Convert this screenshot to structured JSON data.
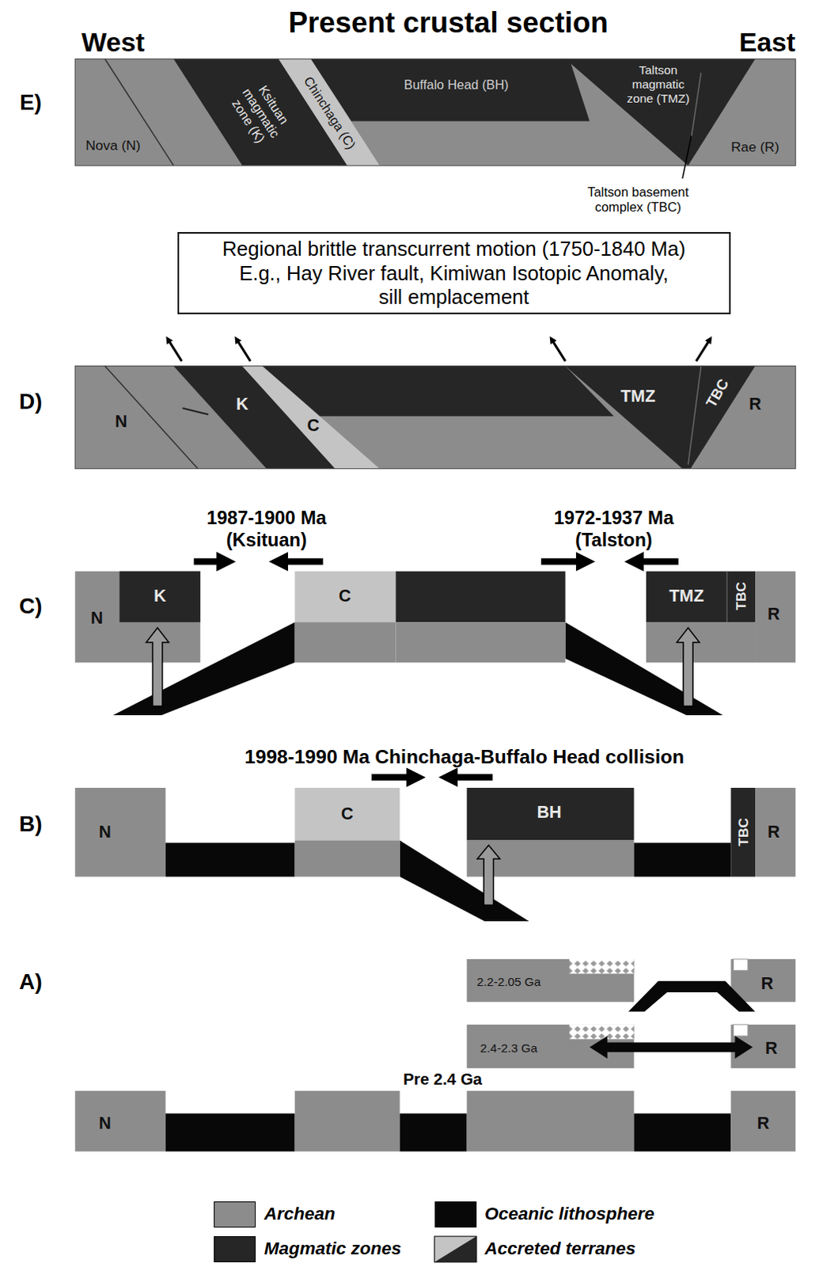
{
  "diagram": {
    "title": "Present crustal section",
    "nodes": [
      {
        "text": [
          "Nova (N)"
        ]
      },
      {
        "text": [
          "Ksituan magmatic zone (K)"
        ]
      },
      {
        "text": [
          "Chinchaga (C)"
        ]
      },
      {
        "text": [
          "Buffalo Head (BH)"
        ]
      },
      {
        "text": [
          "Taltson magmatic zone (TMZ)"
        ]
      },
      {
        "text": [
          "Rae (R)"
        ]
      },
      {
        "text": [
          "Regional brittle transcurrent motion (1750-1840 Ma)",
          "E.g., Hay River fault, Kimiwan Isotopic Anomaly, sill emplacement"
        ]
      },
      {
        "text": [
          "N"
        ]
      },
      {
        "text": [
          "K"
        ]
      },
      {
        "text": [
          "C"
        ]
      },
      {
        "text": [
          "TMZ"
        ]
      },
      {
        "text": [
          "TBC"
        ]
      },
      {
        "text": [
          "R"
        ]
      },
      {
        "text": [
          "N"
        ]
      },
      {
        "text": [
          "K"
        ],
        "in": 13
      },
      {
        "text": [
          "C"
        ]
      },
      {
        "text": [
          "TMZ"
        ]
      },
      {
        "text": [
          "TBC"
        ]
      },
      {
        "text": [
          "R"
        ]
      },
      {
        "text": [
          "N"
        ]
      },
      {
        "text": [
          "C"
        ]
      },
      {
        "text": [
          "BH"
        ]
      },
      {
        "text": [
          "TBC"
        ]
      },
      {
        "text": [
          "R"
        ]
      },
      {
        "text": [
          "2.2-2.05 Ga"
        ]
      },
      {
        "text": [
          "R"
        ]
      },
      {
        "text": [
          "2.4-2.3 Ga"
        ]
      },
      {
        "text": [
          "R"
        ]
      },
      {
        "text": [
          "N"
        ]
      },
      {
        "text": [
          "R"
        ]
      }
    ],
    "labels": [
      "West",
      "East",
      "E)",
      "Taltson basement complex (TBC)",
      "D)",
      "1987-1900 Ma (Ksituan)",
      "1972-1937 Ma (Talston)",
      "C)",
      "1998-1990 Ma Chinchaga-Buffalo Head collision",
      "B)",
      "A)",
      "Pre 2.4 Ga"
    ],
    "legend": [
      {
        "text": "Archean",
        "color": "#8c8c8c"
      },
      {
        "text": "Oceanic lithosphere",
        "color": "#080808"
      },
      {
        "text": "Magmatic zones",
        "color": "#262626"
      },
      {
        "text": "Accreted terranes"
      }
    ]
  }
}
